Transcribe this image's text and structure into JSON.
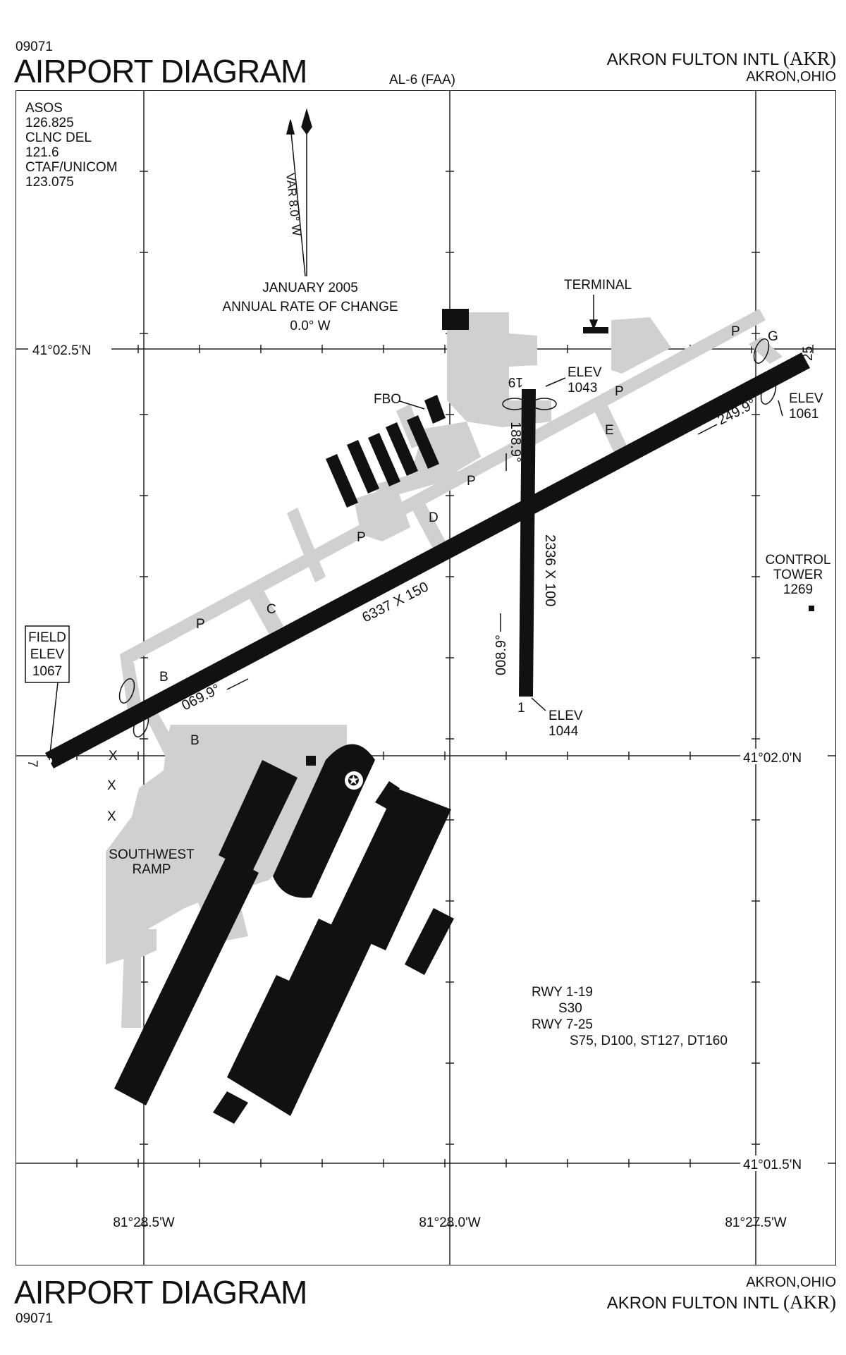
{
  "header": {
    "cycle_top": "09071",
    "title_top": "AIRPORT DIAGRAM",
    "chart_id": "AL-6 (FAA)",
    "airport_name": "AKRON FULTON INTL",
    "airport_id": "(AKR)",
    "city": "AKRON,OHIO"
  },
  "footer": {
    "title": "AIRPORT DIAGRAM",
    "cycle": "09071",
    "city": "AKRON,OHIO",
    "airport_name": "AKRON FULTON INTL",
    "airport_id": "(AKR)"
  },
  "frequencies": [
    "ASOS",
    "126.825",
    "CLNC DEL",
    "121.6",
    "CTAF/UNICOM",
    "123.075"
  ],
  "magnetic": {
    "variation": "VAR 8.0° W",
    "epoch": "JANUARY 2005",
    "rate_label": "ANNUAL RATE OF CHANGE",
    "rate": "0.0° W"
  },
  "latitudes": [
    "41°02.5'N",
    "41°02.0'N",
    "41°01.5'N"
  ],
  "longitudes": [
    "81°28.5'W",
    "81°28.0'W",
    "81°27.5'W"
  ],
  "runways": {
    "r7_25": {
      "dimensions": "6337 X 150",
      "heading_west": "069.9°",
      "heading_east": "249.9°",
      "end_west": "7",
      "end_east": "25",
      "east_elev_label": "ELEV",
      "east_elev": "1061"
    },
    "r1_19": {
      "dimensions": "2336 X 100",
      "heading_north": "188.9°",
      "heading_south": "008.9°",
      "end_north": "19",
      "end_south": "1",
      "north_elev_label": "ELEV",
      "north_elev": "1043",
      "south_elev_label": "ELEV",
      "south_elev": "1044"
    }
  },
  "field_elev": {
    "line1": "FIELD",
    "line2": "ELEV",
    "value": "1067"
  },
  "labels": {
    "terminal": "TERMINAL",
    "fbo": "FBO",
    "control_tower": [
      "CONTROL",
      "TOWER",
      "1269"
    ],
    "southwest_ramp": [
      "SOUTHWEST",
      "RAMP"
    ]
  },
  "taxiways": {
    "p": "P",
    "g": "G",
    "e": "E",
    "d": "D",
    "c": "C",
    "b": "B",
    "x": "X"
  },
  "strength": [
    "RWY 1-19",
    "S30",
    "RWY 7-25",
    "S75, D100, ST127, DT160"
  ]
}
